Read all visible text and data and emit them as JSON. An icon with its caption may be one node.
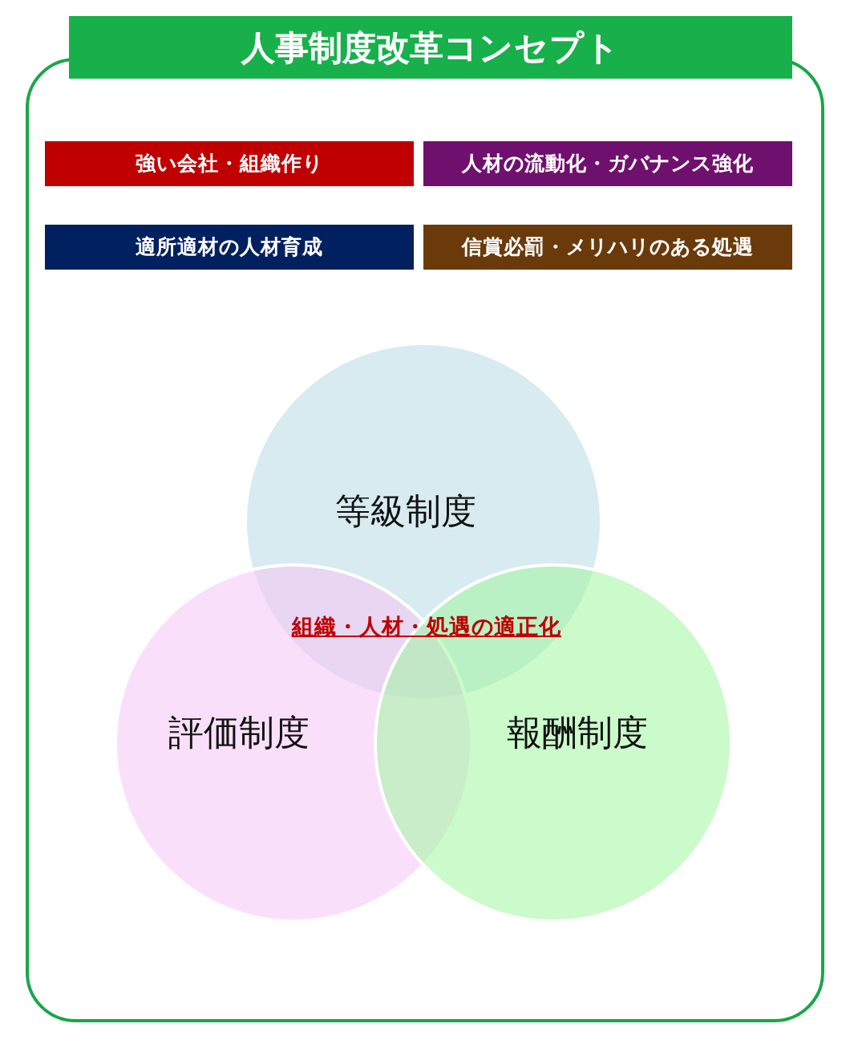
{
  "diagram": {
    "nodes": [
      {
        "text": [
          "人事制度改革コンセプト"
        ]
      },
      {
        "text": [
          "強い会社・組織作り"
        ],
        "in": 0
      },
      {
        "text": [
          "人材の流動化・ガバナンス強化"
        ],
        "in": 0
      },
      {
        "text": [
          "適所適材の人材育成"
        ],
        "in": 0
      },
      {
        "text": [
          "信賞必罰・メリハリのある処遇"
        ],
        "in": 0
      },
      {
        "text": [
          "等級制度"
        ],
        "in": 0
      },
      {
        "text": [
          "評価制度"
        ],
        "in": 0
      },
      {
        "text": [
          "報酬制度"
        ],
        "in": 0
      }
    ],
    "labels": [
      "組織・人材・処遇の適正化"
    ]
  }
}
